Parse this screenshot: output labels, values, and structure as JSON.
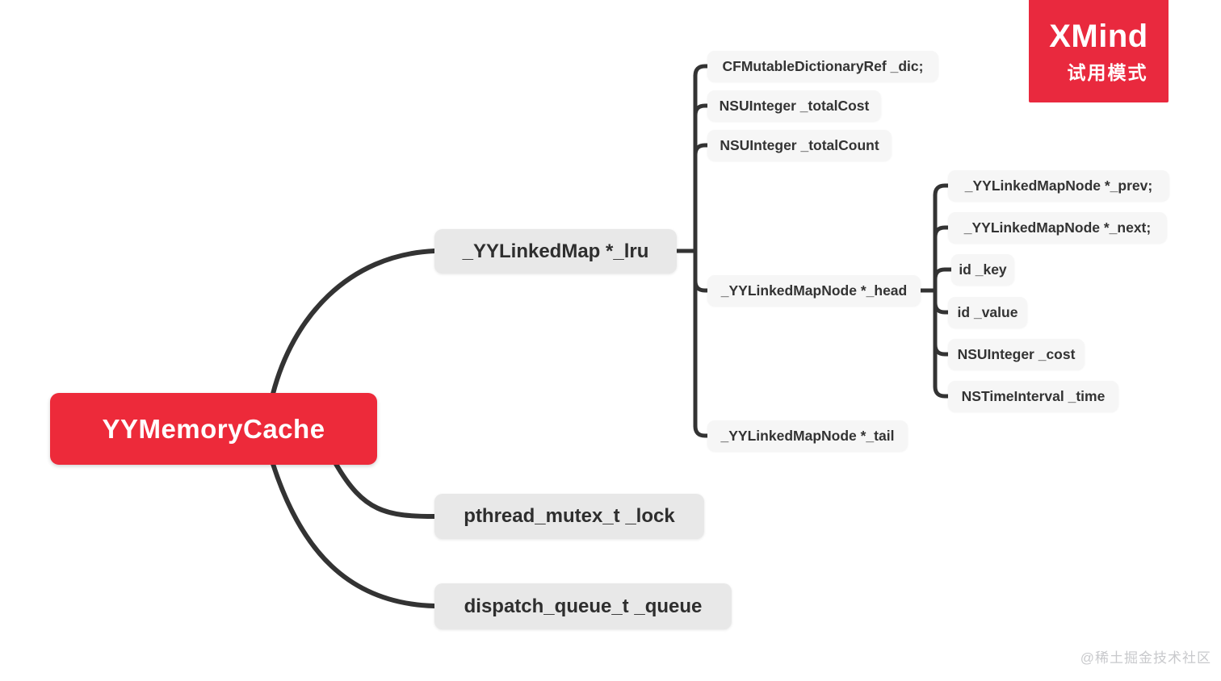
{
  "badge": {
    "title": "XMind",
    "subtitle": "试用模式"
  },
  "watermark": "@稀土掘金技术社区",
  "colors": {
    "accent_red": "#ED2A3A",
    "badge_red": "#E9293E",
    "topic_bg": "#E8E8E8",
    "subtopic_bg": "#F6F6F6",
    "line": "#333333"
  },
  "mindmap": {
    "root": {
      "label": "YYMemoryCache",
      "children": [
        {
          "label": "_YYLinkedMap *_lru",
          "children": [
            {
              "label": "CFMutableDictionaryRef _dic;",
              "children": []
            },
            {
              "label": "NSUInteger _totalCost",
              "children": []
            },
            {
              "label": "NSUInteger _totalCount",
              "children": []
            },
            {
              "label": "_YYLinkedMapNode *_head",
              "children": [
                {
                  "label": "_YYLinkedMapNode *_prev;"
                },
                {
                  "label": "_YYLinkedMapNode *_next;"
                },
                {
                  "label": "id _key"
                },
                {
                  "label": "id _value"
                },
                {
                  "label": "NSUInteger _cost"
                },
                {
                  "label": "NSTimeInterval _time"
                }
              ]
            },
            {
              "label": "_YYLinkedMapNode *_tail",
              "children": []
            }
          ]
        },
        {
          "label": "pthread_mutex_t _lock",
          "children": []
        },
        {
          "label": "dispatch_queue_t _queue",
          "children": []
        }
      ]
    }
  }
}
